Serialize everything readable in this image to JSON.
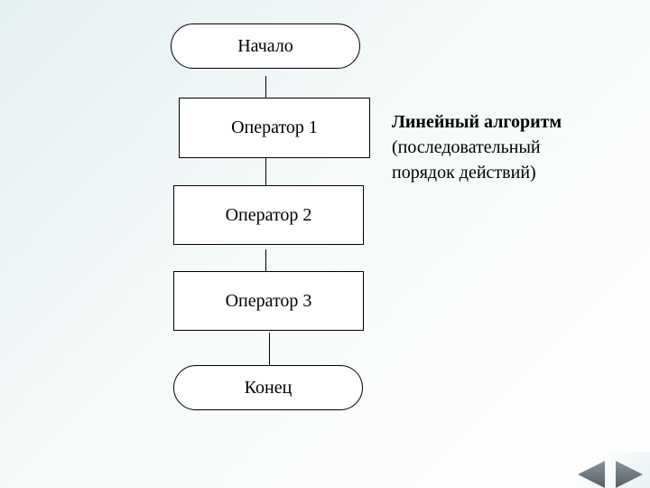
{
  "flowchart": {
    "start": "Начало",
    "steps": [
      "Оператор 1",
      "Оператор 2",
      "Оператор 3"
    ],
    "end": "Конец"
  },
  "caption": {
    "title": "Линейный алгоритм",
    "line2": "(последовательный",
    "line3": "порядок действий)"
  },
  "nav": {
    "prev_icon": "triangle-left-icon",
    "next_icon": "triangle-right-icon"
  },
  "colors": {
    "background": "#e4eff1",
    "node_fill": "#ffffff",
    "nav": "#6b747a"
  }
}
